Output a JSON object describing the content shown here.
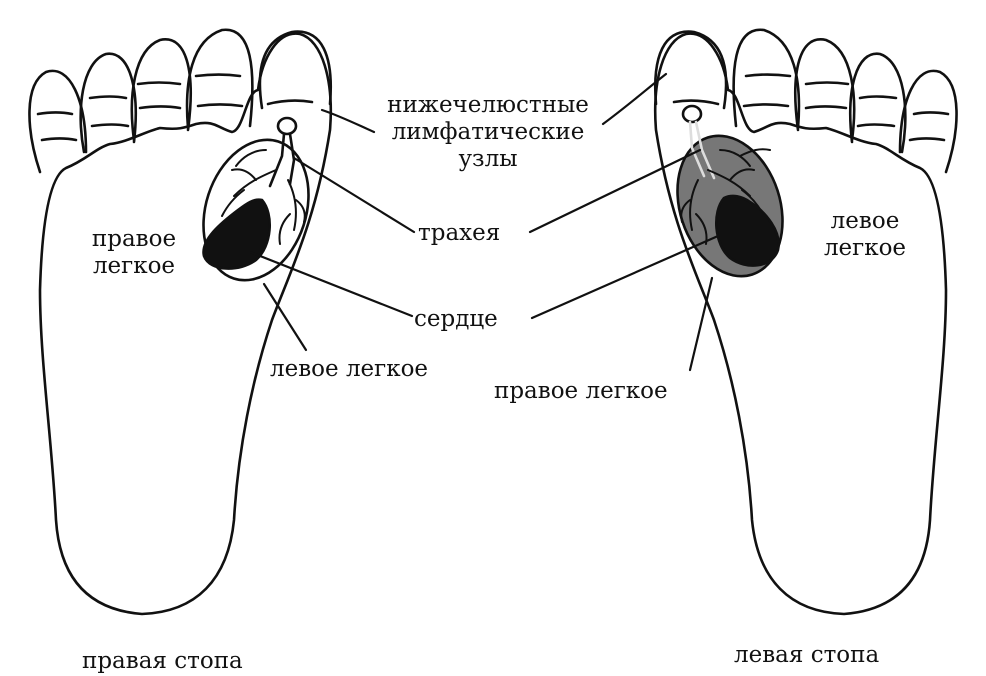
{
  "labels": {
    "lymph_nodes": [
      "нижечелюстные",
      "лимфатические",
      "узлы"
    ],
    "trachea": "трахея",
    "heart": "сердце",
    "right_lung_left_foot": [
      "правое",
      "легкое"
    ],
    "left_lung_left_foot": "левое легкое",
    "left_lung_right_foot": [
      "левое",
      "легкое"
    ],
    "right_lung_right_foot": "правое легкое",
    "right_foot": "правая стопа",
    "left_foot": "левая стопа"
  },
  "colors": {
    "stroke": "#111111",
    "heart_fill": "#111111",
    "lung_right_fill": "#777777",
    "background": "#ffffff"
  }
}
